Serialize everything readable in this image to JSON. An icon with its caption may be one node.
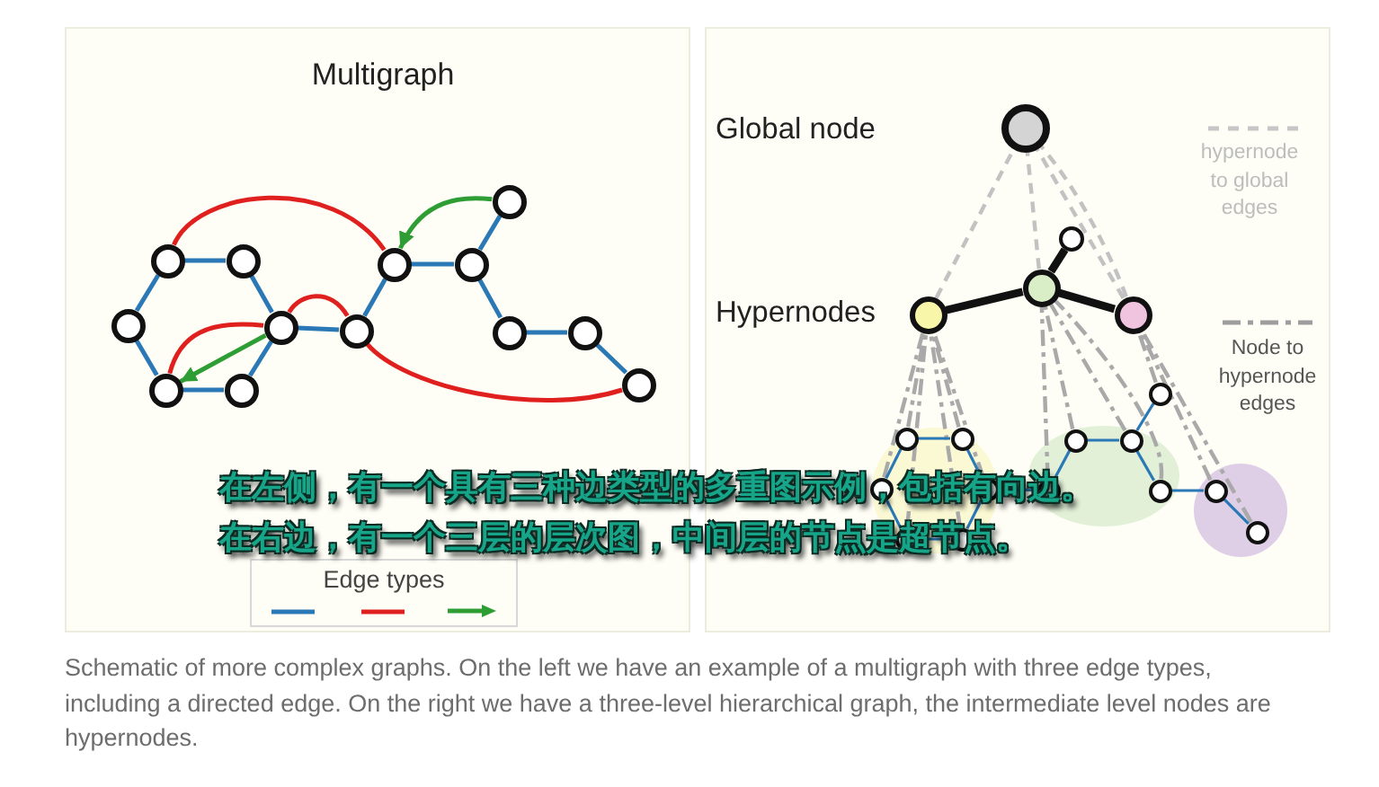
{
  "diagram": {
    "caption": "Schematic of more complex graphs. On the left we have an example of a multigraph with three edge types, including a directed edge. On the right we have a three-level hierarchical graph, the intermediate level nodes are hypernodes.",
    "nodes": [
      {
        "text": [],
        "shape": "circle"
      },
      {
        "text": [],
        "shape": "circle"
      },
      {
        "text": [],
        "shape": "circle"
      },
      {
        "text": [],
        "shape": "circle"
      },
      {
        "text": [],
        "shape": "circle"
      },
      {
        "text": [],
        "shape": "circle"
      },
      {
        "text": [],
        "shape": "circle"
      },
      {
        "text": [],
        "shape": "circle"
      },
      {
        "text": [],
        "shape": "circle"
      },
      {
        "text": [],
        "shape": "circle"
      },
      {
        "text": [],
        "shape": "circle"
      },
      {
        "text": [],
        "shape": "circle"
      },
      {
        "text": [],
        "shape": "circle"
      },
      {
        "text": [],
        "shape": "circle"
      },
      {
        "text": [],
        "shape": "circle"
      },
      {
        "text": [],
        "shape": "circle"
      },
      {
        "text": [],
        "shape": "circle"
      },
      {
        "text": [],
        "shape": "circle"
      },
      {
        "text": [],
        "shape": "circle"
      },
      {
        "text": [],
        "shape": "circle"
      },
      {
        "text": [],
        "shape": "circle"
      },
      {
        "text": [],
        "shape": "circle"
      },
      {
        "text": [],
        "shape": "circle"
      },
      {
        "text": [],
        "shape": "circle"
      },
      {
        "text": [],
        "shape": "circle"
      },
      {
        "text": [],
        "shape": "circle"
      },
      {
        "text": [],
        "shape": "circle"
      },
      {
        "text": [],
        "shape": "circle"
      },
      {
        "text": [],
        "shape": "circle"
      },
      {
        "text": [],
        "shape": "circle"
      },
      {
        "text": [],
        "shape": "circle"
      }
    ],
    "edges": [
      {
        "from": 0,
        "to": 1,
        "arrow": "none"
      },
      {
        "from": 0,
        "to": 2,
        "arrow": "none"
      },
      {
        "from": 1,
        "to": 3,
        "arrow": "none"
      },
      {
        "from": 2,
        "to": 4,
        "arrow": "none"
      },
      {
        "from": 4,
        "to": 5,
        "arrow": "none"
      },
      {
        "from": 5,
        "to": 3,
        "arrow": "none"
      },
      {
        "from": 3,
        "to": 6,
        "arrow": "none"
      },
      {
        "from": 6,
        "to": 7,
        "arrow": "none"
      },
      {
        "from": 7,
        "to": 8,
        "arrow": "none"
      },
      {
        "from": 8,
        "to": 9,
        "arrow": "none"
      },
      {
        "from": 8,
        "to": 10,
        "arrow": "none"
      },
      {
        "from": 10,
        "to": 11,
        "arrow": "none"
      },
      {
        "from": 11,
        "to": 12,
        "arrow": "none"
      },
      {
        "from": 0,
        "to": 7,
        "arrow": "none",
        "color": "#e0201e"
      },
      {
        "from": 4,
        "to": 3,
        "arrow": "none",
        "color": "#e0201e"
      },
      {
        "from": 3,
        "to": 6,
        "arrow": "none",
        "color": "#e0201e"
      },
      {
        "from": 6,
        "to": 12,
        "arrow": "none",
        "color": "#e0201e"
      },
      {
        "from": 9,
        "to": 7,
        "arrow": "to",
        "color": "#2e9e34"
      },
      {
        "from": 3,
        "to": 4,
        "arrow": "to",
        "color": "#2e9e34"
      },
      {
        "from": 15,
        "to": 16,
        "arrow": "none",
        "style": "thick",
        "color": "#111111"
      },
      {
        "from": 16,
        "to": 17,
        "arrow": "none",
        "style": "thick",
        "color": "#111111"
      },
      {
        "from": 16,
        "to": 14,
        "arrow": "none",
        "style": "thick",
        "color": "#111111"
      },
      {
        "from": 15,
        "to": 13,
        "arrow": "none",
        "style": "dashed",
        "color": "#c2c2c2"
      },
      {
        "from": 17,
        "to": 13,
        "arrow": "none",
        "style": "dashed",
        "color": "#c2c2c2"
      },
      {
        "from": 16,
        "to": 13,
        "arrow": "none",
        "style": "dashed",
        "color": "#c2c2c2"
      },
      {
        "from": 17,
        "to": 13,
        "arrow": "none",
        "style": "dashed",
        "color": "#c2c2c2"
      },
      {
        "from": 18,
        "to": 15,
        "arrow": "none",
        "style": "dashed",
        "color": "#a9a9a9"
      },
      {
        "from": 19,
        "to": 15,
        "arrow": "none",
        "style": "dashed",
        "color": "#a9a9a9"
      },
      {
        "from": 20,
        "to": 15,
        "arrow": "none",
        "style": "dashed",
        "color": "#a9a9a9"
      },
      {
        "from": 21,
        "to": 15,
        "arrow": "none",
        "style": "dashed",
        "color": "#a9a9a9"
      },
      {
        "from": 22,
        "to": 15,
        "arrow": "none",
        "style": "dashed",
        "color": "#a9a9a9"
      },
      {
        "from": 23,
        "to": 15,
        "arrow": "none",
        "style": "dashed",
        "color": "#a9a9a9"
      },
      {
        "from": 24,
        "to": 16,
        "arrow": "none",
        "style": "dashed",
        "color": "#a9a9a9"
      },
      {
        "from": 25,
        "to": 16,
        "arrow": "none",
        "style": "dashed",
        "color": "#a9a9a9"
      },
      {
        "from": 26,
        "to": 16,
        "arrow": "none",
        "style": "dashed",
        "color": "#a9a9a9"
      },
      {
        "from": 28,
        "to": 16,
        "arrow": "none",
        "style": "dashed",
        "color": "#a9a9a9"
      },
      {
        "from": 27,
        "to": 17,
        "arrow": "none",
        "style": "dashed",
        "color": "#a9a9a9"
      },
      {
        "from": 29,
        "to": 17,
        "arrow": "none",
        "style": "dashed",
        "color": "#a9a9a9"
      },
      {
        "from": 30,
        "to": 17,
        "arrow": "none",
        "style": "dashed",
        "color": "#a9a9a9"
      },
      {
        "from": 18,
        "to": 19,
        "arrow": "none"
      },
      {
        "from": 19,
        "to": 21,
        "arrow": "none"
      },
      {
        "from": 21,
        "to": 23,
        "arrow": "none"
      },
      {
        "from": 23,
        "to": 22,
        "arrow": "none"
      },
      {
        "from": 22,
        "to": 20,
        "arrow": "none"
      },
      {
        "from": 20,
        "to": 18,
        "arrow": "none"
      },
      {
        "from": 21,
        "to": 24,
        "arrow": "none"
      },
      {
        "from": 24,
        "to": 25,
        "arrow": "none"
      },
      {
        "from": 25,
        "to": 26,
        "arrow": "none"
      },
      {
        "from": 26,
        "to": 27,
        "arrow": "none"
      },
      {
        "from": 26,
        "to": 28,
        "arrow": "none"
      },
      {
        "from": 28,
        "to": 29,
        "arrow": "none"
      },
      {
        "from": 29,
        "to": 30,
        "arrow": "none"
      }
    ],
    "labels": [
      "Multigraph",
      "Global node",
      "Hypernodes",
      "在左侧，有一个具有三种边类型的多重图示例，包括有向边。",
      "在右边，有一个三层的层次图，中间层的节点是超节点。",
      "Edge types"
    ],
    "legend": [
      {
        "text": "hypernode to global edges"
      },
      {
        "text": "Node to hypernode edges"
      }
    ]
  }
}
